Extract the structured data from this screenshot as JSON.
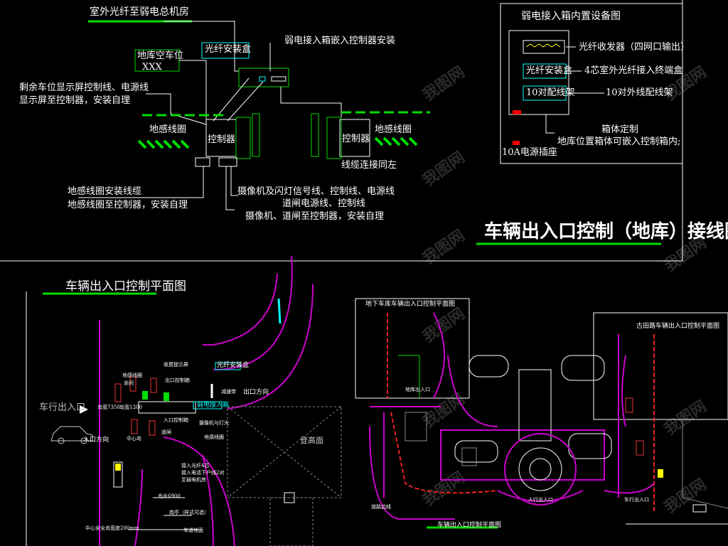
{
  "top": {
    "fiber_to_room": "室外光纤至弱电总机房",
    "fiber_box": "光纤安装盒",
    "weak_box_install": "弱电接入箱嵌入控制器安装",
    "parking_vacancy": "地库空车位",
    "parking_xxx": "XXX",
    "remain_line1": "剩余车位显示屏控制线、电源线",
    "remain_line2": "显示屏至控制器，安装自理",
    "loop_left": "地感线圈",
    "loop_right": "地感线圈",
    "controller_left": "控制器",
    "controller_right": "控制器",
    "cable_same": "线缆连接同左",
    "loop_cable1": "地感线圈安装线缆",
    "loop_cable2": "地感线圈至控制器，安装自理",
    "cam_line1": "摄像机及闪灯信号线、控制线、电源线",
    "cam_line2": "道闸电源线、控制线",
    "cam_line3": "摄像机、道闸至控制器，安装自理"
  },
  "legend": {
    "title": "弱电接入箱内置设备图",
    "item1": "光纤收发器（四网口输出）",
    "item2_box": "光纤安装盒",
    "item2": "4芯室外光纤接入终端盒",
    "item3_box": "10对配线架",
    "item3": "10对外线配线架",
    "custom1": "箱体定制",
    "custom2": "地库位置箱体可嵌入控制箱内;",
    "socket": "10A电源插座"
  },
  "main_title": "车辆出入口控制（地库）接线图",
  "plan_left": {
    "title": "车辆出入口控制平面图",
    "exit_label": "车行出入口",
    "enter_dir": "入口方向",
    "exit_dir": "出口方向",
    "height_limit": "登高面",
    "fiber_box": "光纤安装盒",
    "weak_box": "弱电接入箱",
    "toll_screen": "收费提示屏",
    "exit_ctrl": "出口控制箱",
    "loop1": "地感线圈",
    "loop_dist": "余间",
    "speed_bump": "减速带",
    "center_island": "中心岛",
    "lane_width": "岛宽7350",
    "lane_w2": "岛宽1200",
    "entry_ctrl": "入口控制箱",
    "cam_lights": "摄像机与灯光",
    "barrier": "道闸",
    "loop2": "地感线圈",
    "fiber_note1": "接入光纤4芯",
    "fiber_note2": "接入电话下户线2对",
    "fiber_note3": "至弱电机房",
    "island_len": "岛长6900",
    "guard": "岗亭（样式可选）",
    "center_width": "中心安全岛宽度200mm",
    "lane_ground": "车道地面"
  },
  "plan_mid": {
    "title": "地下车库车辆出入口控制平面图",
    "main_entry": "地库出入口",
    "people_entry": "人行出入口",
    "bottom_title": "车辆出入口控制平面图",
    "road": "道路边线"
  },
  "plan_right": {
    "title": "古田路车辆出入口控制平面图",
    "entry": "车行出入口"
  },
  "watermark": "我图网"
}
